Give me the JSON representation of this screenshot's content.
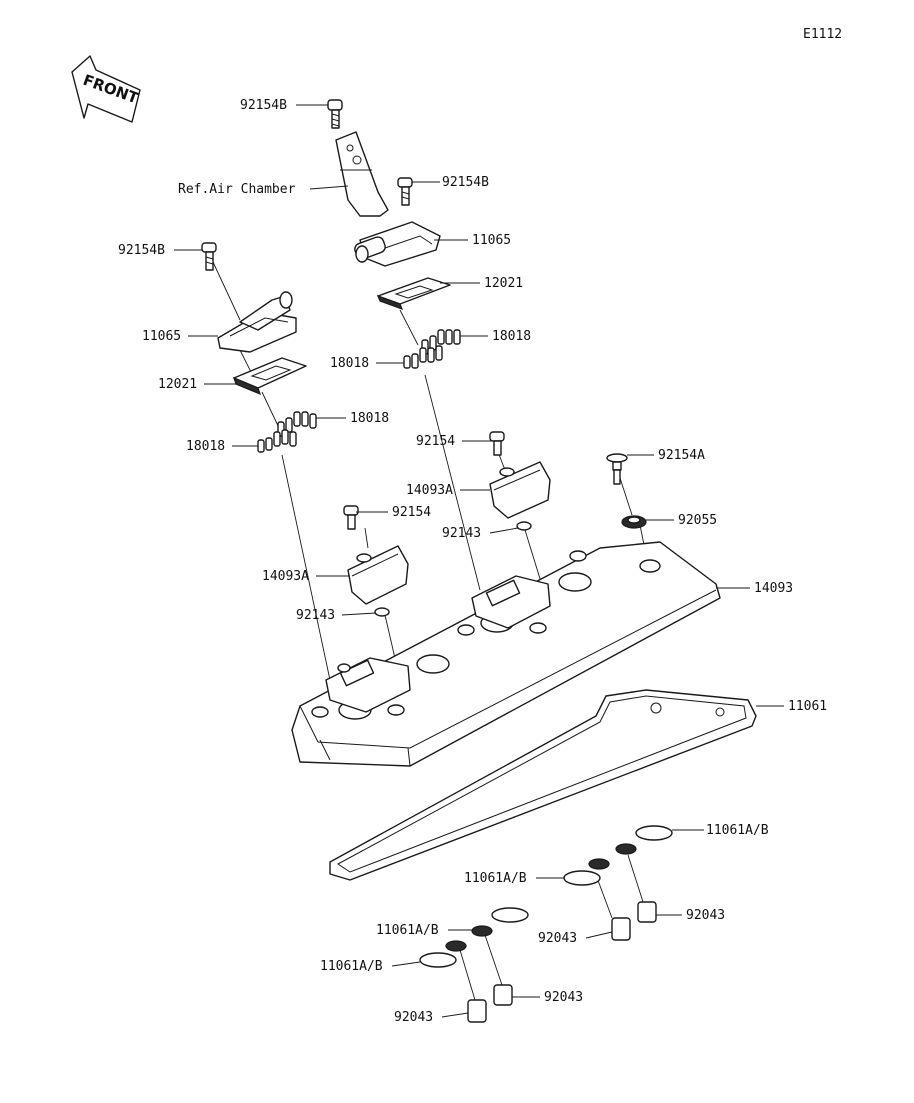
{
  "diagram_code": "E1112",
  "front_indicator": "FRONT",
  "labels": {
    "bolt_top": "92154B",
    "ref_air_chamber": "Ref.Air Chamber",
    "bolt_right_upper": "92154B",
    "bolt_left_upper": "92154B",
    "reed_valve_right": "11065",
    "reed_valve_left": "11065",
    "plate_right": "12021",
    "plate_left": "12021",
    "clip_right_a": "18018",
    "clip_right_b": "18018",
    "clip_left_a": "18018",
    "clip_left_b": "18018",
    "bolt_center": "92154",
    "bolt_cap": "92154A",
    "cover_right": "14093A",
    "washer_center": "92143",
    "seal_washer": "92055",
    "bolt_left_lower": "92154",
    "cover_left": "14093A",
    "washer_left": "92143",
    "head_cover": "14093",
    "gasket": "11061",
    "oring_right_a": "11061A/B",
    "oring_right_b": "11061A/B",
    "dowel_right_a": "92043",
    "dowel_right_b": "92043",
    "oring_left_a": "11061A/B",
    "oring_left_b": "11061A/B",
    "dowel_left_a": "92043",
    "dowel_left_b": "92043"
  }
}
